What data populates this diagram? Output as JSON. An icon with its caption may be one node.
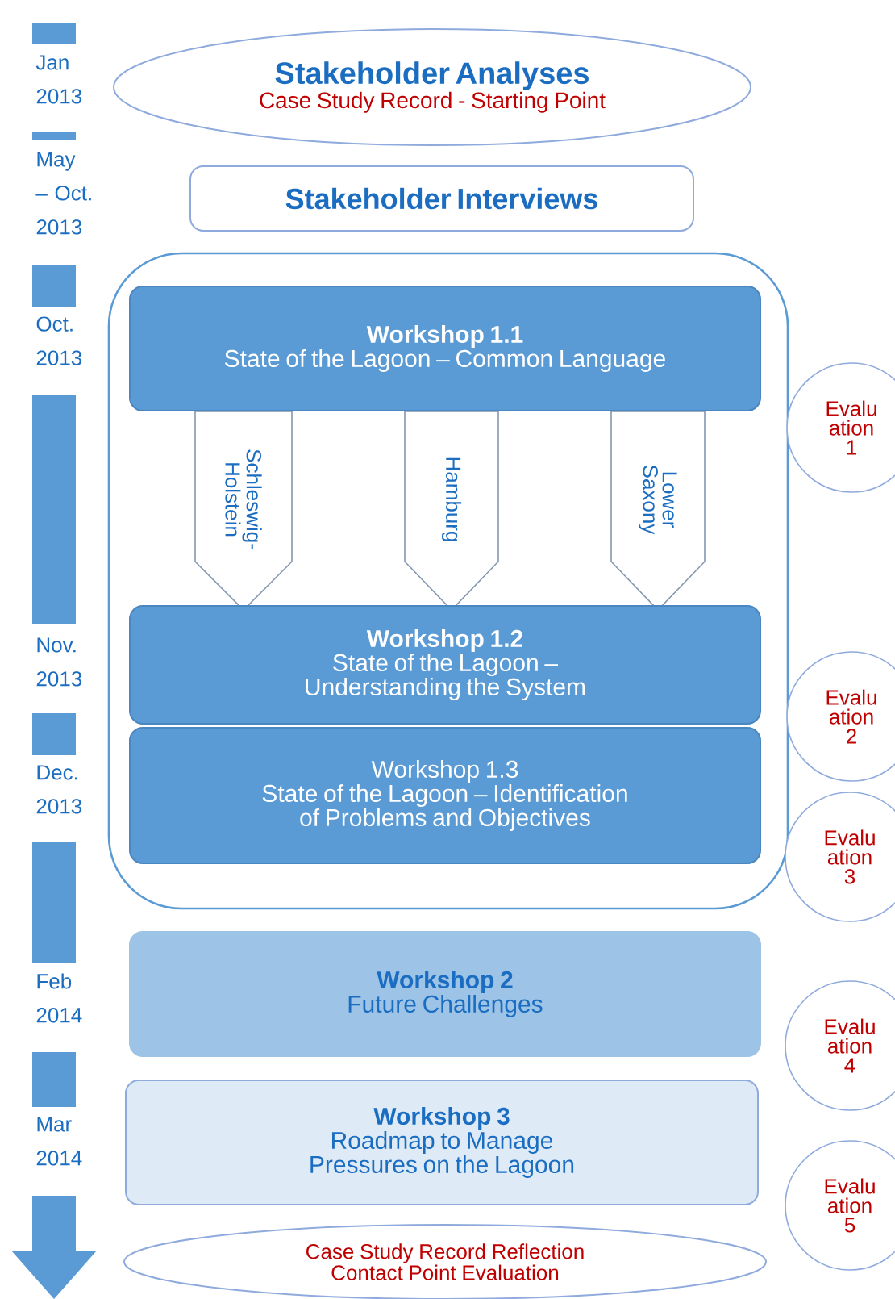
{
  "diagram": {
    "nodes": [
      {
        "text": [
          "Stakeholder Analyses",
          "Case Study Record - Starting Point"
        ]
      },
      {
        "text": [
          "Stakeholder Interviews"
        ]
      },
      {
        "text": [],
        "shape": "box"
      },
      {
        "text": [
          "Workshop 1.1",
          "State of the Lagoon – Common Language"
        ],
        "in": 2
      },
      {
        "text": [
          "Schleswig-Holstein"
        ],
        "in": 2
      },
      {
        "text": [
          "Hamburg"
        ],
        "in": 2
      },
      {
        "text": [
          "Lower Saxony"
        ],
        "in": 2
      },
      {
        "text": [
          "Workshop 1.2",
          "State of the Lagoon – Understanding the System"
        ],
        "in": 2
      },
      {
        "text": [
          "Workshop 1.3",
          "State of the Lagoon – Identification of Problems and Objectives"
        ],
        "in": 2
      },
      {
        "text": [
          "Workshop 2",
          "Future Challenges"
        ]
      },
      {
        "text": [
          "Workshop 3",
          "Roadmap to Manage Pressures on the Lagoon"
        ]
      },
      {
        "text": [
          "Case Study Record Reflection",
          "Contact Point Evaluation"
        ]
      },
      {
        "text": [
          "Evalu ation 1"
        ]
      },
      {
        "text": [
          "Evalu ation 2"
        ]
      },
      {
        "text": [
          "Evalu ation 3"
        ]
      },
      {
        "text": [
          "Evalu ation 4"
        ]
      },
      {
        "text": [
          "Evalu ation 5"
        ]
      }
    ],
    "labels": [
      "Jan 2013",
      "May – Oct. 2013",
      "Oct. 2013",
      "Nov. 2013",
      "Dec. 2013",
      "Feb 2014",
      "Mar 2014"
    ]
  }
}
